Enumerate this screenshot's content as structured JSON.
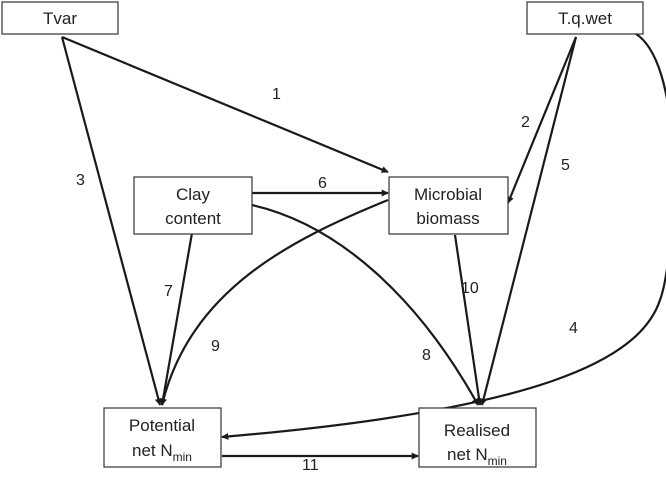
{
  "nodes": {
    "tvar": {
      "label": "Tvar"
    },
    "tqwet": {
      "label": "T.q.wet"
    },
    "clay": {
      "line1": "Clay",
      "line2": "content"
    },
    "microbial": {
      "line1": "Microbial",
      "line2": "biomass"
    },
    "potential": {
      "line1": "Potential",
      "line2_prefix": "net N",
      "line2_sub": "min"
    },
    "realised": {
      "line1": "Realised",
      "line2_prefix": "net N",
      "line2_sub": "min"
    }
  },
  "edges": {
    "e1": {
      "label": "1",
      "from": "Tvar",
      "to": "Microbial biomass"
    },
    "e2": {
      "label": "2",
      "from": "T.q.wet",
      "to": "Microbial biomass"
    },
    "e3": {
      "label": "3",
      "from": "Tvar",
      "to": "Potential net Nmin"
    },
    "e4": {
      "label": "4",
      "from": "T.q.wet",
      "to": "Potential net Nmin"
    },
    "e5": {
      "label": "5",
      "from": "T.q.wet",
      "to": "Realised net Nmin"
    },
    "e6": {
      "label": "6",
      "from": "Clay content",
      "to": "Microbial biomass"
    },
    "e7": {
      "label": "7",
      "from": "Clay content",
      "to": "Potential net Nmin"
    },
    "e8": {
      "label": "8",
      "from": "Clay content",
      "to": "Realised net Nmin"
    },
    "e9": {
      "label": "9",
      "from": "Microbial biomass",
      "to": "Potential net Nmin"
    },
    "e10": {
      "label": "10",
      "from": "Microbial biomass",
      "to": "Realised net Nmin"
    },
    "e11": {
      "label": "11",
      "from": "Potential net Nmin",
      "to": "Realised net Nmin"
    }
  }
}
